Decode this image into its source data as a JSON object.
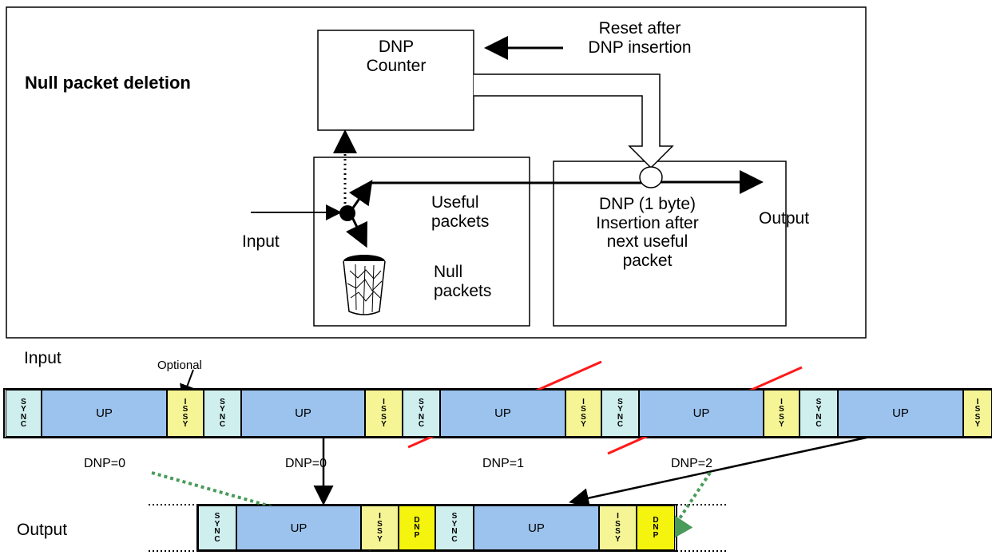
{
  "diagram": {
    "title": "Null packet deletion",
    "blocks": {
      "dnp_counter": "DNP\nCounter",
      "reset_note": "Reset after\nDNP insertion",
      "useful_packets": "Useful\npackets",
      "null_packets": "Null\npackets",
      "insertion_text": "DNP (1 byte)\nInsertion after\nnext useful\npacket",
      "input_top": "Input",
      "output_top": "Output"
    },
    "stream_labels": {
      "input": "Input",
      "output": "Output",
      "optional": "Optional"
    },
    "packet_text": {
      "sync": "S\nY\nN\nC",
      "up": "UP",
      "issy": "I\nS\nS\nY",
      "dnp": "D\nN\nP"
    },
    "dnp_labels": [
      "DNP=0",
      "DNP=0",
      "DNP=1",
      "DNP=2"
    ],
    "colors": {
      "sync": "#cfeeee",
      "up": "#9cc3ee",
      "issy": "#f5f596",
      "dnp": "#f4f40f",
      "red_line": "#ff1a1a",
      "green_arrow": "#4a9a5a"
    }
  }
}
